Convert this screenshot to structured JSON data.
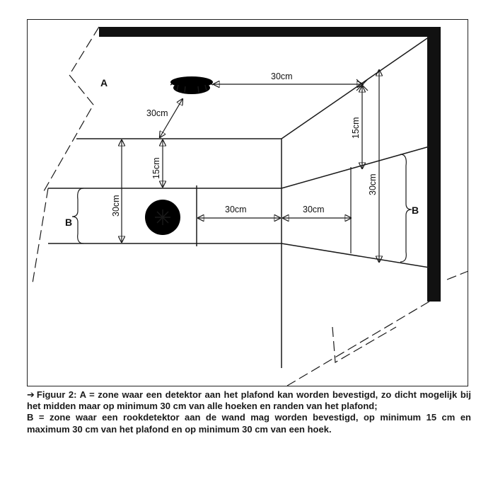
{
  "labels": {
    "zone_a": "A",
    "zone_b_left": "B",
    "zone_b_right": "B",
    "dim_ceiling_to_corner": "30cm",
    "dim_ceiling_to_wall": "30cm",
    "dim_left_wall_15": "15cm",
    "dim_left_wall_30": "30cm",
    "dim_back_wall_to_corner": "30cm",
    "dim_right_wall_from_corner": "30cm",
    "dim_right_wall_15": "15cm",
    "dim_right_wall_30": "30cm"
  },
  "icons": {
    "ceiling_detector": "ceiling-smoke-detector-icon",
    "wall_detector": "wall-smoke-detector-icon",
    "caption_arrow": "arrow-right-icon"
  },
  "caption": {
    "arrow": "➔",
    "line_a": "Figuur 2: A = zone waar een detektor aan het plafond kan worden bevestigd, zo dicht mogelijk bij het midden maar op minimum 30 cm van alle hoeken en randen van het plafond;",
    "line_b": "B = zone waar een rookdetektor aan de wand mag worden bevestigd, op minimum 15 cm en maximum 30 cm van het plafond en op minimum 30 cm van een hoek."
  }
}
